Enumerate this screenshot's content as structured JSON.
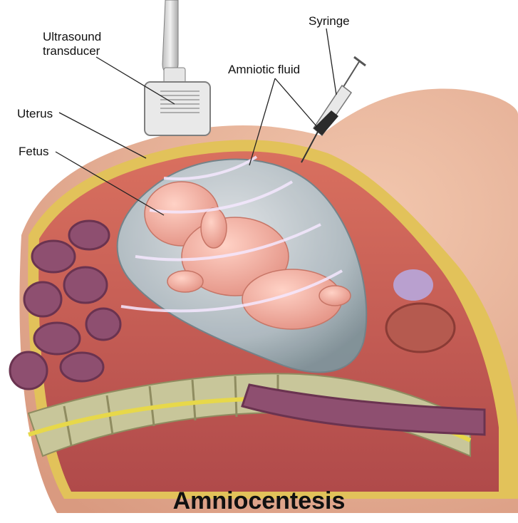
{
  "title": "Amniocentesis",
  "labels": {
    "ultrasound_transducer_line1": "Ultrasound",
    "ultrasound_transducer_line2": "transducer",
    "syringe": "Syringe",
    "amniotic_fluid": "Amniotic fluid",
    "uterus": "Uterus",
    "fetus": "Fetus"
  },
  "colors": {
    "skin": "#e8b39a",
    "uterine_wall": "#c65a55",
    "amniotic_sac": "#b9cfd6",
    "fetus": "#f3a596",
    "spine": "#c8c69a",
    "intestine": "#8e4f70"
  }
}
